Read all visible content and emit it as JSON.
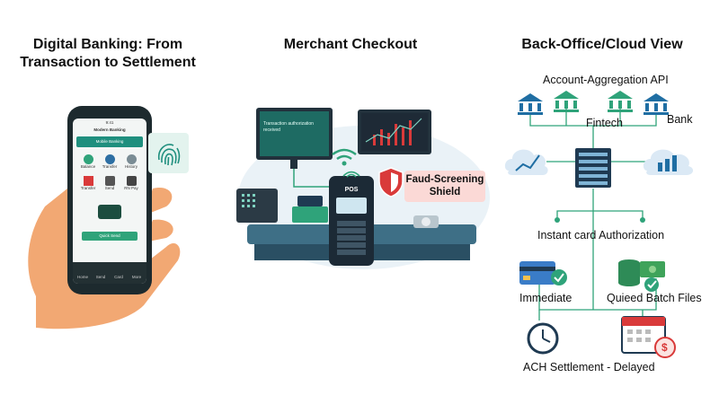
{
  "panels": {
    "left_title_line1": "Digital Banking: From",
    "left_title_line2": "Transaction to Settlement",
    "middle_title": "Merchant Checkout",
    "right_title": "Back-Office/Cloud View"
  },
  "phone": {
    "status": "9:41",
    "app_name": "Modern Banking",
    "header": "Mobile Banking",
    "tiles": [
      "Balance",
      "Transfer",
      "History",
      "Transfer",
      "Send",
      "RN Pay"
    ],
    "button": "Quick Send",
    "nav": [
      "Home",
      "Send",
      "Card",
      "More"
    ]
  },
  "merchant": {
    "pos_label": "POS",
    "monitor_text_1": "Transaction authorization",
    "monitor_text_2": "received",
    "shield_line1": "Faud-Screening",
    "shield_line2": "Shield"
  },
  "backoffice": {
    "api_label": "Account-Aggregation API",
    "fintech_label": "Fintech",
    "bank_label": "Bank",
    "auth_label": "Instant card Authorization",
    "immediate_label": "Immediate",
    "batch_label": "Quieed Batch Files",
    "ach_label": "ACH Settlement - Delayed"
  },
  "colors": {
    "green": "#2fa37a",
    "teal": "#1f8f7e",
    "blue": "#2d6fa3",
    "navy": "#1f3a52",
    "red": "#d93a3a",
    "skin": "#f2a873"
  }
}
